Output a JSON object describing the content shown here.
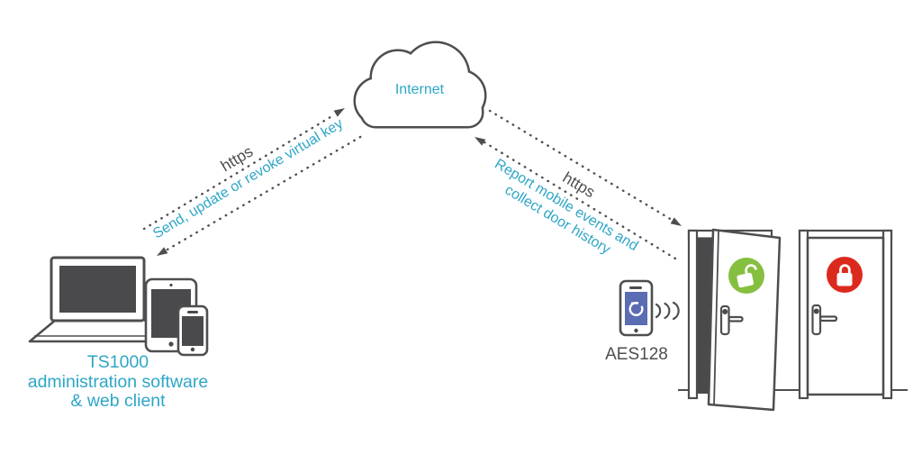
{
  "cloud": {
    "label": "Internet"
  },
  "left_link": {
    "protocol": "https",
    "message": "Send, update or revoke virtual key"
  },
  "right_link": {
    "protocol": "https",
    "message_line1": "Report mobile events and",
    "message_line2": "collect door history"
  },
  "admin_station": {
    "title": "TS1000",
    "subtitle1": "administration software",
    "subtitle2": "& web client"
  },
  "mobile_key": {
    "label": "AES128"
  },
  "doors": {
    "left_door_state": "unlocked",
    "right_door_state": "locked"
  },
  "icons": [
    "cloud-icon",
    "laptop-icon",
    "tablet-icon",
    "smartphone-icon",
    "aes-phone-icon",
    "lock-app-logo-icon",
    "signal-waves-icon",
    "open-door-icon",
    "unlocked-badge-icon",
    "closed-door-icon",
    "locked-badge-icon"
  ],
  "colors": {
    "accent_cyan": "#2ea6c6",
    "outline_gray": "#4d4e50",
    "dark_fill": "#4a4a4c",
    "unlocked_green": "#85bf3f",
    "locked_red": "#dc291d",
    "phone_screen_blue": "#5a6cb2"
  }
}
